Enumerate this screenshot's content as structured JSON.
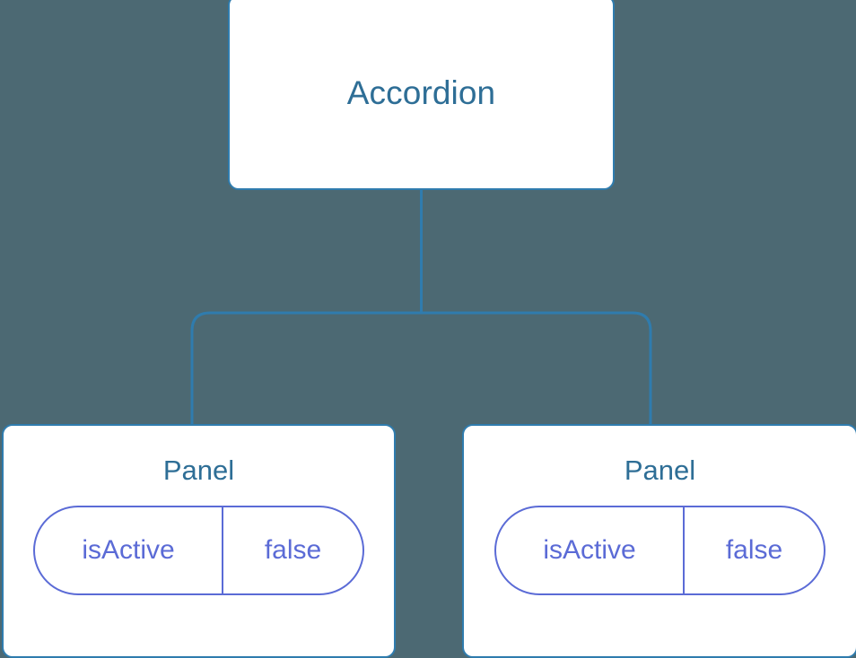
{
  "diagram": {
    "type": "component-tree",
    "background_color": "#4c6973",
    "node_border_color": "#2f7cae",
    "node_fill_color": "#ffffff",
    "node_title_color": "#2e6e96",
    "state_pill_color": "#5b6bd6",
    "connector_color": "#2f7cae",
    "root": {
      "label": "Accordion"
    },
    "children": [
      {
        "label": "Panel",
        "state": {
          "key": "isActive",
          "value": "false"
        }
      },
      {
        "label": "Panel",
        "state": {
          "key": "isActive",
          "value": "false"
        }
      }
    ]
  }
}
